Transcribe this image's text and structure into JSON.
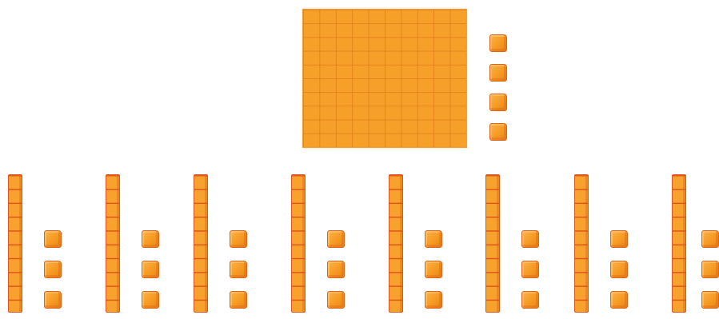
{
  "blocks": {
    "hundreds": 1,
    "ones_beside_hundred": 4,
    "tens_groups": 8,
    "ones_per_group": 3
  },
  "colors": {
    "block_fill": "#f6a02a",
    "block_edge": "#e0561c",
    "background": "#ffffff"
  },
  "icons": [
    "hundred-flat",
    "ten-rod",
    "unit-cube"
  ]
}
